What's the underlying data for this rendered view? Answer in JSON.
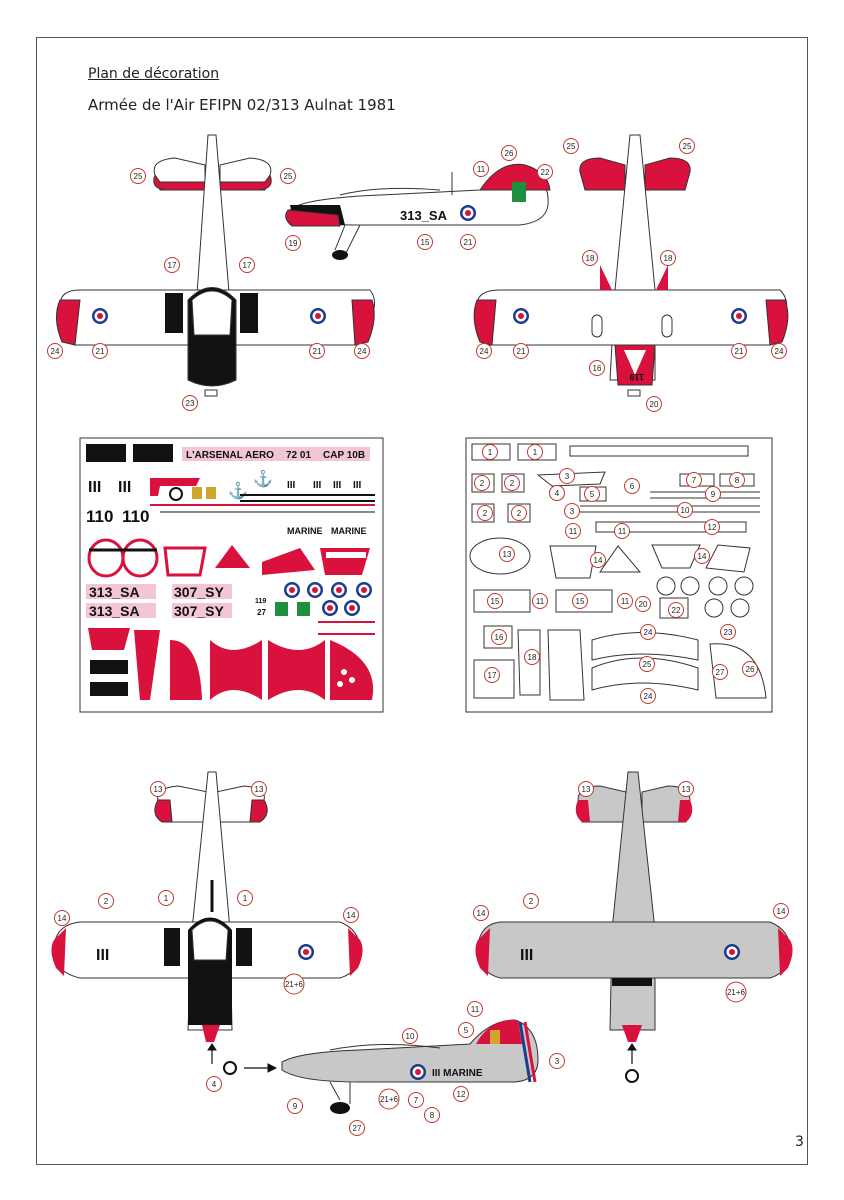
{
  "header": {
    "title": "Plan de décoration",
    "subtitle": "Armée de l'Air EFIPN 02/313 Aulnat 1981"
  },
  "page_number": "3",
  "aircraft_top": {
    "side_code": "313_SA",
    "tail_code": "119",
    "callouts": [
      "25",
      "25",
      "17",
      "17",
      "21",
      "21",
      "24",
      "24",
      "23",
      "11",
      "26",
      "22",
      "19",
      "15",
      "21",
      "25",
      "25",
      "18",
      "18",
      "24",
      "21",
      "21",
      "24",
      "16",
      "20"
    ]
  },
  "decal_sheet": {
    "header_labels": [
      "L'ARSENAL AERO",
      "72 01",
      "CAP 10B"
    ],
    "roman_numerals": [
      "III",
      "III",
      "III",
      "III",
      "III",
      "III"
    ],
    "codes_110": [
      "110",
      "110"
    ],
    "marine_labels": [
      "MARINE",
      "MARINE"
    ],
    "codes": [
      "313_SA",
      "307_SY",
      "313_SA",
      "307_SY"
    ],
    "small_labels": [
      "119",
      "27"
    ]
  },
  "key_sheet": {
    "numbers": [
      "1",
      "1",
      "2",
      "2",
      "2",
      "2",
      "3",
      "3",
      "3",
      "4",
      "5",
      "6",
      "7",
      "8",
      "9",
      "10",
      "11",
      "11",
      "12",
      "13",
      "14",
      "14",
      "15",
      "15",
      "11",
      "11",
      "20",
      "22",
      "16",
      "18",
      "17",
      "24",
      "25",
      "23",
      "24",
      "27",
      "26"
    ]
  },
  "aircraft_bottom": {
    "fuselage_text": "III MARINE",
    "wing_text": "III",
    "callouts": [
      "13",
      "13",
      "2",
      "1",
      "1",
      "14",
      "14",
      "21+6",
      "4",
      "13",
      "13",
      "2",
      "14",
      "14",
      "21+6",
      "11",
      "10",
      "5",
      "3",
      "9",
      "27",
      "21+6",
      "7",
      "8",
      "12"
    ]
  },
  "colors": {
    "red": "#d8123c",
    "black": "#111111",
    "grey": "#c8c8c8",
    "roundel_blue": "#1b3c8c"
  }
}
